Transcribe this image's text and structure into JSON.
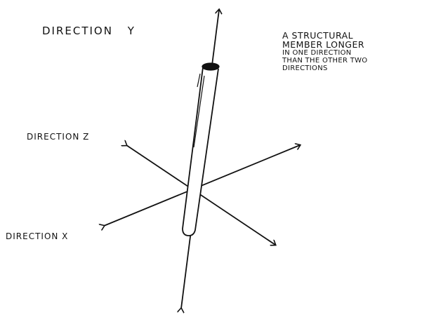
{
  "labels": {
    "direction_y": "DIRECTION Y",
    "direction_z": "DIRECTION Z",
    "direction_x": "DIRECTION X"
  },
  "description": {
    "lines": [
      "A STRUCTURAL",
      "MEMBER LONGER",
      "IN ONE DIRECTION",
      "THAN THE OTHER TWO",
      "DIRECTIONS"
    ]
  },
  "colors": {
    "ink": "#111111",
    "background": "#ffffff"
  }
}
